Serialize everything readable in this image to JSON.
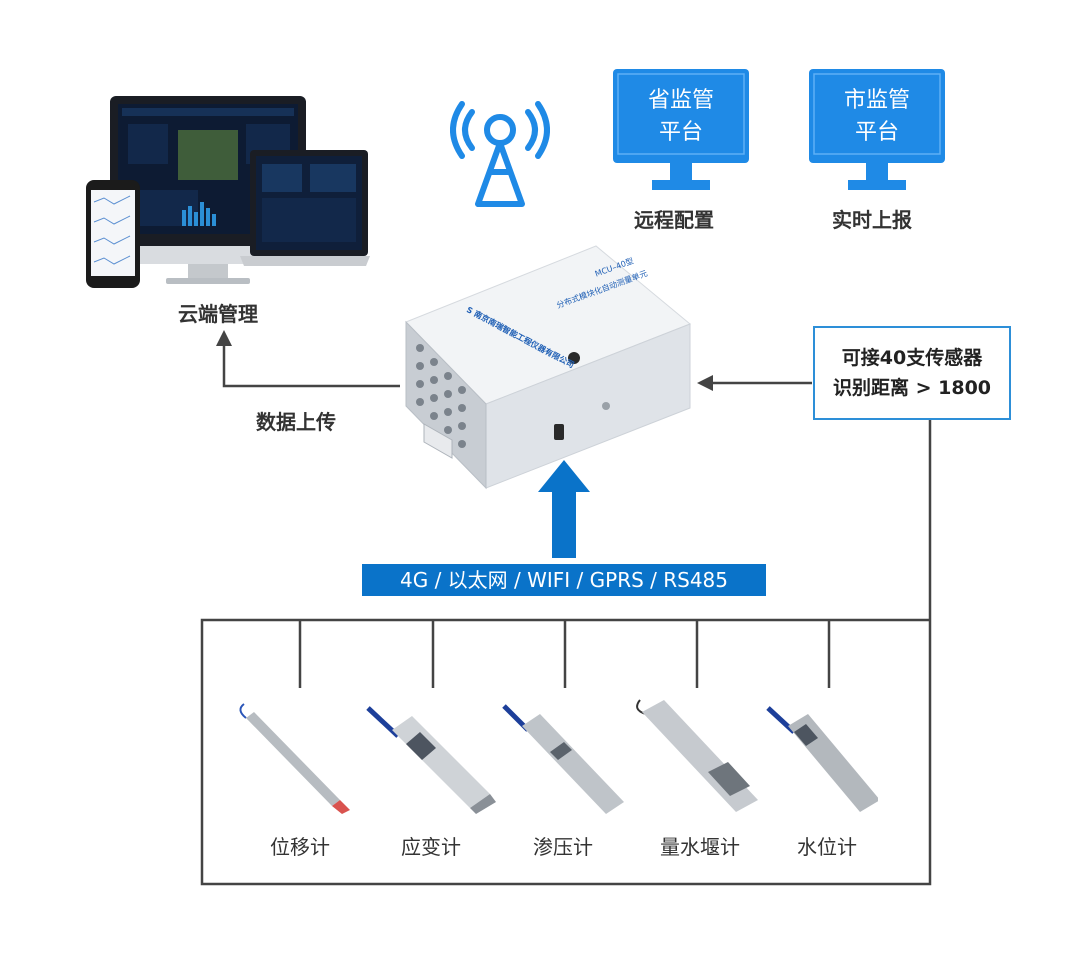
{
  "title": "",
  "cloud": {
    "label": "云端管理"
  },
  "upload": {
    "label": "数据上传"
  },
  "platforms": [
    {
      "line1": "省监管",
      "line2": "平台",
      "caption": "远程配置"
    },
    {
      "line1": "市监管",
      "line2": "平台",
      "caption": "实时上报"
    }
  ],
  "info_box": {
    "line1": "可接40支传感器",
    "line2": "识别距离 > 1800"
  },
  "protocols": "4G / 以太网 / WIFI / GPRS / RS485",
  "sensors": [
    "位移计",
    "应变计",
    "渗压计",
    "量水堰计",
    "水位计"
  ],
  "colors": {
    "accent": "#0a73c9",
    "monitor_blue": "#1f8ae6",
    "line": "#444444",
    "box_border": "#2d8fd8"
  },
  "icons": [
    "cell-tower-icon",
    "monitor-icon",
    "arrow-up-icon",
    "arrow-left-icon"
  ]
}
